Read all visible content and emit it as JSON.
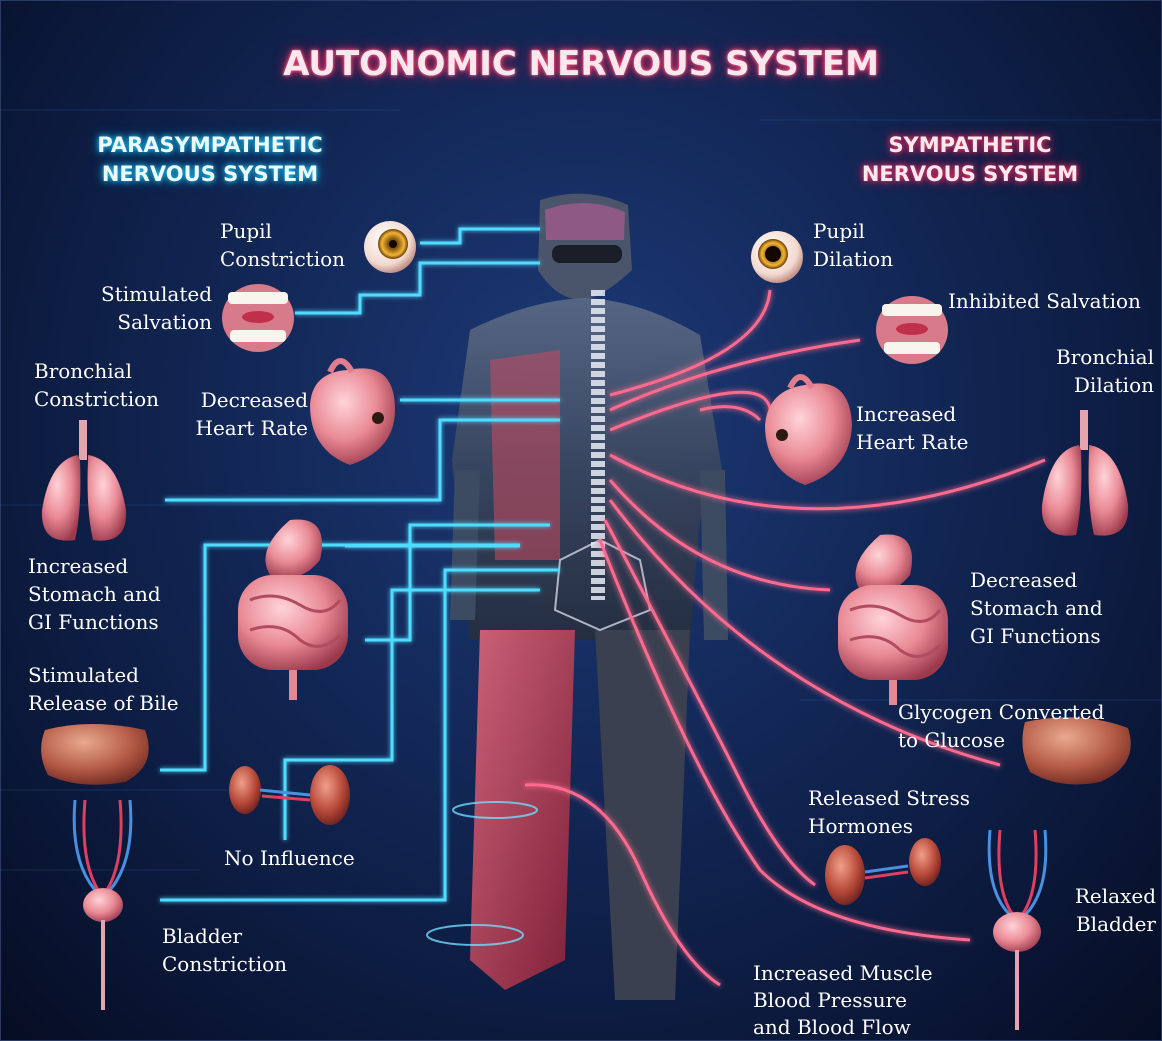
{
  "title": "AUTONOMIC NERVOUS SYSTEM",
  "parasympathetic": {
    "heading_line1": "PARASYMPATHETIC",
    "heading_line2": "NERVOUS SYSTEM",
    "items": [
      {
        "line1": "Pupil",
        "line2": "Constriction"
      },
      {
        "line1": "Stimulated",
        "line2": "Salvation"
      },
      {
        "line1": "Bronchial",
        "line2": "Constriction"
      },
      {
        "line1": "Decreased",
        "line2": "Heart Rate"
      },
      {
        "line1": "Increased",
        "line2": "Stomach and",
        "line3": "GI Functions"
      },
      {
        "line1": "Stimulated",
        "line2": "Release of Bile"
      },
      {
        "line1": "No Influence"
      },
      {
        "line1": "Bladder",
        "line2": "Constriction"
      }
    ]
  },
  "sympathetic": {
    "heading_line1": "SYMPATHETIC",
    "heading_line2": "NERVOUS SYSTEM",
    "items": [
      {
        "line1": "Pupil",
        "line2": "Dilation"
      },
      {
        "line1": "Inhibited Salvation"
      },
      {
        "line1": "Bronchial",
        "line2": "Dilation"
      },
      {
        "line1": "Increased",
        "line2": "Heart Rate"
      },
      {
        "line1": "Decreased",
        "line2": "Stomach and",
        "line3": "GI Functions"
      },
      {
        "line1": "Glycogen Converted",
        "line2": "to Glucose"
      },
      {
        "line1": "Released Stress",
        "line2": "Hormones"
      },
      {
        "line1": "Relaxed",
        "line2": "Bladder"
      },
      {
        "line1": "Increased Muscle",
        "line2": "Blood Pressure",
        "line3": "and Blood Flow"
      }
    ]
  },
  "colors": {
    "parasympathetic_accent": "#3fd6ff",
    "sympathetic_accent": "#ff4f7b",
    "background": "#122654"
  }
}
